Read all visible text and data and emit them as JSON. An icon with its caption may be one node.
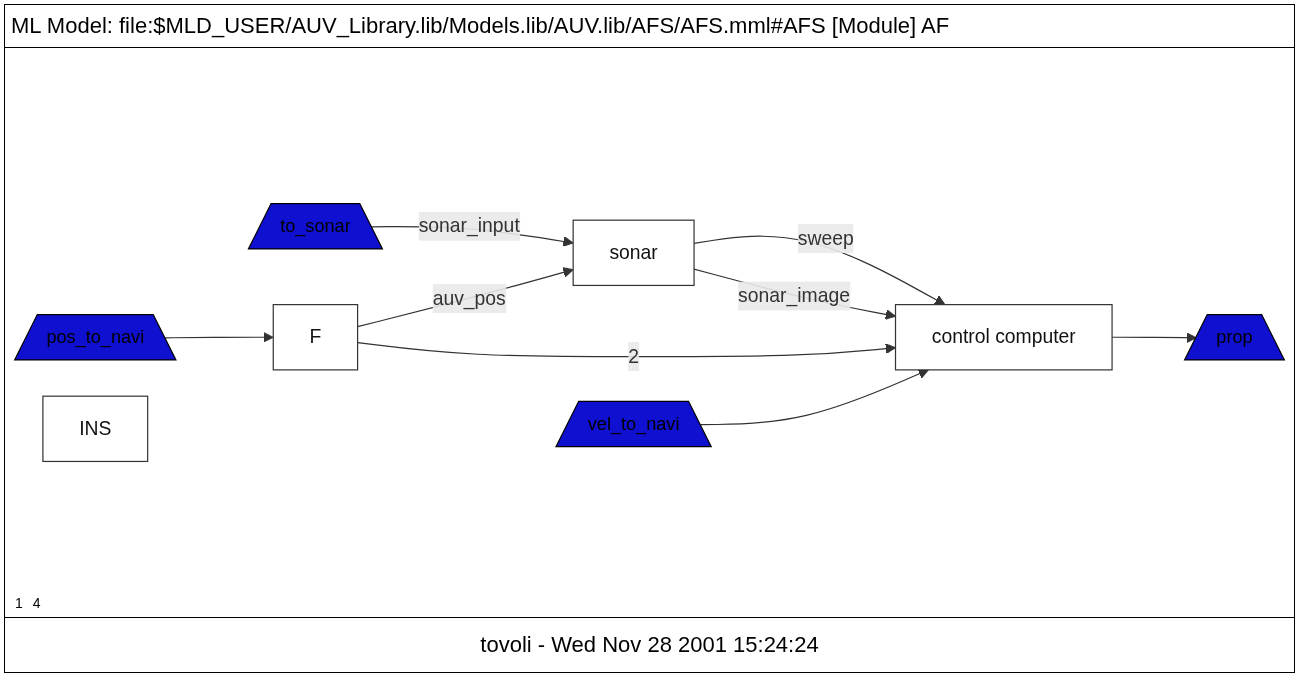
{
  "diagram": {
    "title": "ML Model: file:$MLD_USER/AUV_Library.lib/Models.lib/AUV.lib/AFS/AFS.mml#AFS [Module] AF",
    "caption": "tovoli - Wed Nov 28 2001 15:24:24",
    "nodes": [
      {
        "text": [
          "to_sonar"
        ]
      },
      {
        "text": [
          "pos_to_navi"
        ]
      },
      {
        "text": [
          "vel_to_navi"
        ]
      },
      {
        "text": [
          "sonar"
        ]
      },
      {
        "text": [
          "F"
        ]
      },
      {
        "text": [
          "INS"
        ]
      },
      {
        "text": [
          "control computer"
        ]
      },
      {
        "text": [
          "prop"
        ]
      }
    ],
    "edges": [
      {
        "from": 0,
        "to": 3,
        "arrow": "to",
        "label": "sonar_input"
      },
      {
        "from": 4,
        "to": 3,
        "arrow": "to",
        "label": "auv_pos"
      },
      {
        "from": 3,
        "to": 6,
        "arrow": "to",
        "label": "sweep"
      },
      {
        "from": 3,
        "to": 6,
        "arrow": "to",
        "label": "sonar_image"
      },
      {
        "from": 1,
        "to": 4,
        "arrow": "to"
      },
      {
        "from": 4,
        "to": 6,
        "arrow": "to",
        "label": "2"
      },
      {
        "from": 2,
        "to": 6,
        "arrow": "to"
      },
      {
        "from": 6,
        "to": 7,
        "arrow": "to"
      }
    ],
    "labels": [
      "1",
      "4"
    ]
  }
}
